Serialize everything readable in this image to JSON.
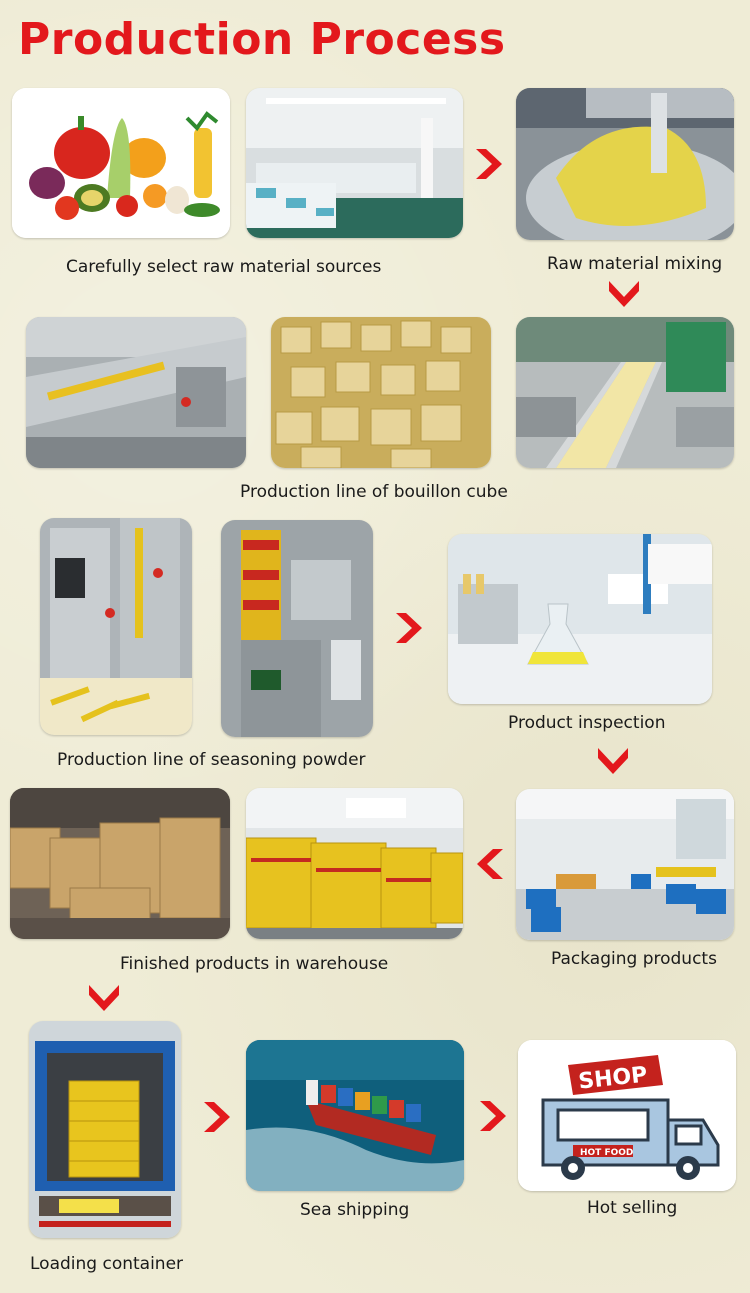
{
  "title": "Production Process",
  "accent_color": "#e3181c",
  "steps": [
    {
      "caption": "Carefully select raw material sources"
    },
    {
      "caption": "Raw material mixing"
    },
    {
      "caption": "Production line of bouillon cube"
    },
    {
      "caption": "Production line of seasoning powder"
    },
    {
      "caption": "Product inspection"
    },
    {
      "caption": "Finished products in warehouse"
    },
    {
      "caption": "Packaging products"
    },
    {
      "caption": "Loading container"
    },
    {
      "caption": "Sea shipping"
    },
    {
      "caption": "Hot selling"
    }
  ],
  "truck_sign": "SHOP",
  "truck_label": "HOT FOOD",
  "arrow_icon": "chevron-red"
}
